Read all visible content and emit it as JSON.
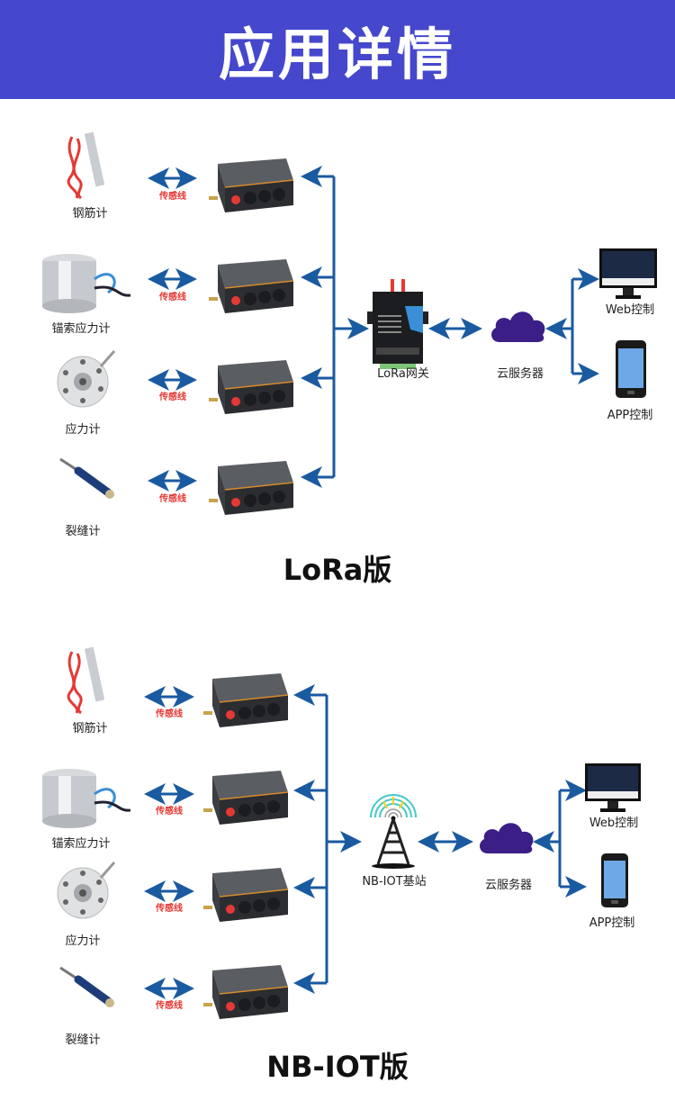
{
  "header": {
    "title": "应用详情",
    "background": "#4547cc"
  },
  "colors": {
    "arrow": "#1a5aa0",
    "cable_label": "#e53935",
    "cloud": "#3b1e86"
  },
  "sections": [
    {
      "id": "lora",
      "title": "LoRa版",
      "sensors": [
        {
          "label": "钢筋计",
          "icon": "rebar-meter-icon"
        },
        {
          "label": "锚索应力计",
          "icon": "anchor-cable-stress-meter-icon"
        },
        {
          "label": "应力计",
          "icon": "stress-meter-icon"
        },
        {
          "label": "裂缝计",
          "icon": "crack-meter-icon"
        }
      ],
      "cable_label": "传感线",
      "hub": {
        "label": "LoRa网关",
        "icon": "lora-gateway-icon"
      },
      "cloud": {
        "label": "云服务器",
        "icon": "cloud-icon"
      },
      "clients": [
        {
          "label": "Web控制",
          "icon": "monitor-icon"
        },
        {
          "label": "APP控制",
          "icon": "smartphone-icon"
        }
      ]
    },
    {
      "id": "nbiot",
      "title": "NB-IOT版",
      "sensors": [
        {
          "label": "钢筋计",
          "icon": "rebar-meter-icon"
        },
        {
          "label": "锚索应力计",
          "icon": "anchor-cable-stress-meter-icon"
        },
        {
          "label": "应力计",
          "icon": "stress-meter-icon"
        },
        {
          "label": "裂缝计",
          "icon": "crack-meter-icon"
        }
      ],
      "cable_label": "传感线",
      "hub": {
        "label": "NB-IOT基站",
        "icon": "cell-tower-icon"
      },
      "cloud": {
        "label": "云服务器",
        "icon": "cloud-icon"
      },
      "clients": [
        {
          "label": "Web控制",
          "icon": "monitor-icon"
        },
        {
          "label": "APP控制",
          "icon": "smartphone-icon"
        }
      ]
    }
  ]
}
